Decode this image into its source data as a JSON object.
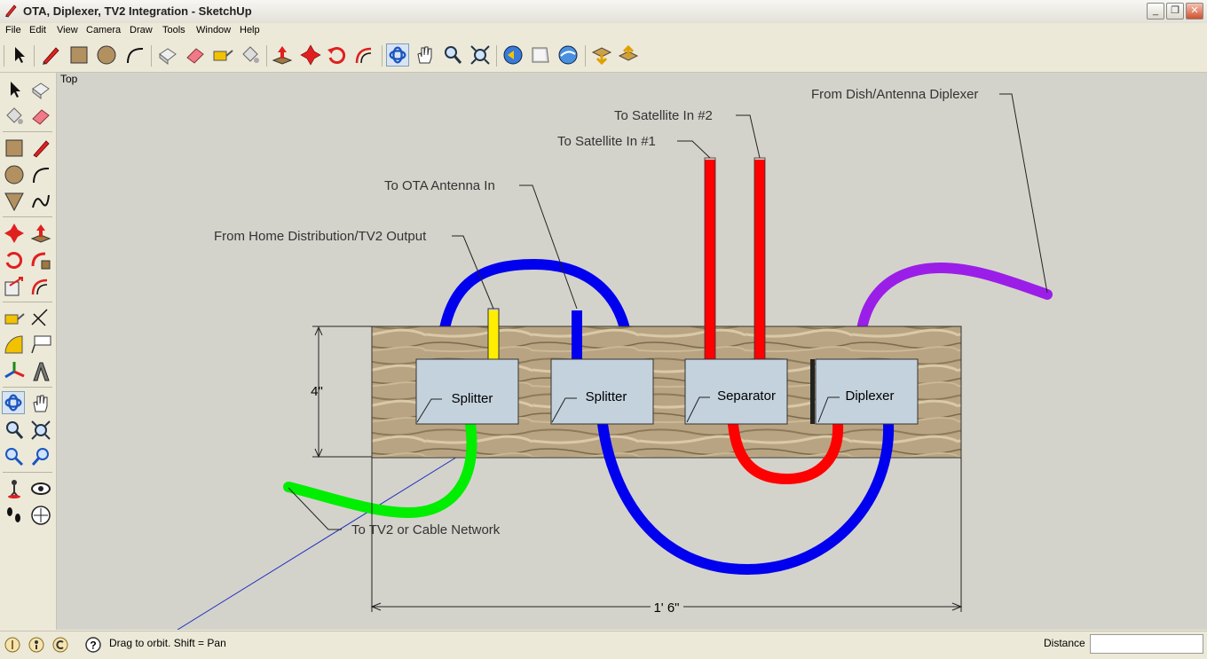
{
  "window": {
    "title": "OTA, Diplexer, TV2 Integration - SketchUp",
    "minimize_glyph": "_",
    "restore_glyph": "❐",
    "close_glyph": "✕"
  },
  "menu": [
    "File",
    "Edit",
    "View",
    "Camera",
    "Draw",
    "Tools",
    "Window",
    "Help"
  ],
  "viewport": {
    "view_name": "Top",
    "components": {
      "splitter_1": "Splitter",
      "splitter_2": "Splitter",
      "separator": "Separator",
      "diplexer": "Diplexer"
    },
    "annotations": {
      "dish_antenna": "From Dish/Antenna Diplexer",
      "sat_in_2": "To Satellite In #2",
      "sat_in_1": "To Satellite In #1",
      "ota_in": "To OTA Antenna In",
      "home_dist": "From Home Distribution/TV2 Output",
      "tv2_cable": "To TV2 or Cable Network"
    },
    "dimensions": {
      "height": "4\"",
      "width": "1' 6\""
    },
    "cable_colors": {
      "blue": "#0000ee",
      "red": "#ff0000",
      "green": "#00ee00",
      "yellow": "#ffee00",
      "purple": "#9a1ee8"
    }
  },
  "status": {
    "hint": "Drag to orbit.  Shift = Pan",
    "measurement_label": "Distance"
  }
}
